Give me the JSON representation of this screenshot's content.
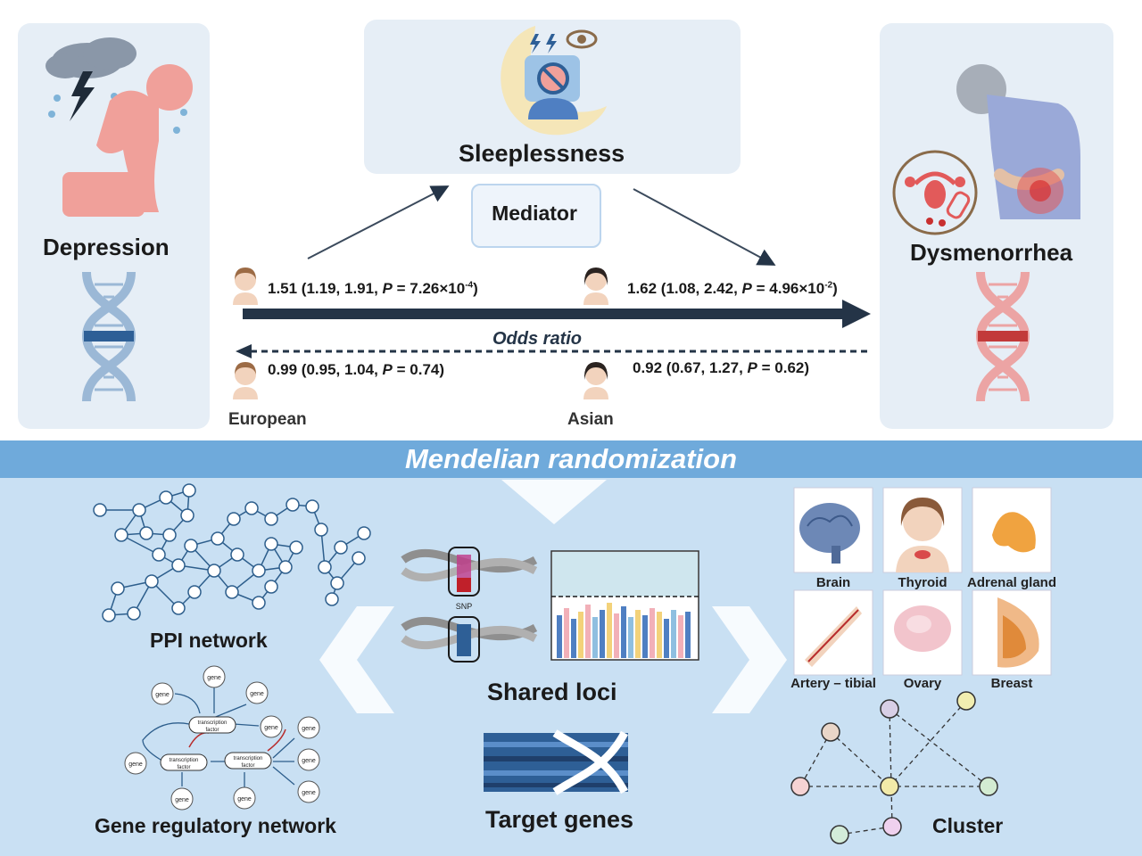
{
  "top": {
    "exposure": "Depression",
    "mediator_box": "Sleeplessness",
    "mediator_label": "Mediator",
    "outcome": "Dysmenorrhea",
    "odds_ratio_label": "Odds ratio",
    "population_labels": {
      "european": "European",
      "asian": "Asian"
    },
    "forward_european": {
      "pre": "1.51 (1.19, 1.91, ",
      "p": "P",
      "post": " = 7.26×10",
      "exp": "-4",
      "end": ")"
    },
    "forward_asian": {
      "pre": "1.62 (1.08, 2.42, ",
      "p": "P",
      "post": " = 4.96×10",
      "exp": "-2",
      "end": ")"
    },
    "reverse_european": {
      "pre": "0.99 (0.95, 1.04, ",
      "p": "P",
      "post": " = 0.74)"
    },
    "reverse_asian": {
      "pre": "0.92 (0.67, 1.27, ",
      "p": "P",
      "post": " = 0.62)"
    }
  },
  "banner": {
    "title": "Mendelian randomization"
  },
  "bottom": {
    "ppi": "PPI network",
    "grn": "Gene regulatory network",
    "grn_nodes": {
      "gene": "gene",
      "tf_line1": "transcription",
      "tf_line2": "factor"
    },
    "shared_loci": "Shared loci",
    "snp": "SNP",
    "target_genes": "Target genes",
    "tissues": [
      "Brain",
      "Thyroid",
      "Adrenal gland",
      "Artery – tibial",
      "Ovary",
      "Breast"
    ],
    "cluster": "Cluster"
  },
  "colors": {
    "panel": "#e6eef6",
    "banner": "#6faadb",
    "bottom_bg": "#c9e0f3",
    "arrow_dark": "#243447",
    "depression_pink": "#f0a09a"
  }
}
